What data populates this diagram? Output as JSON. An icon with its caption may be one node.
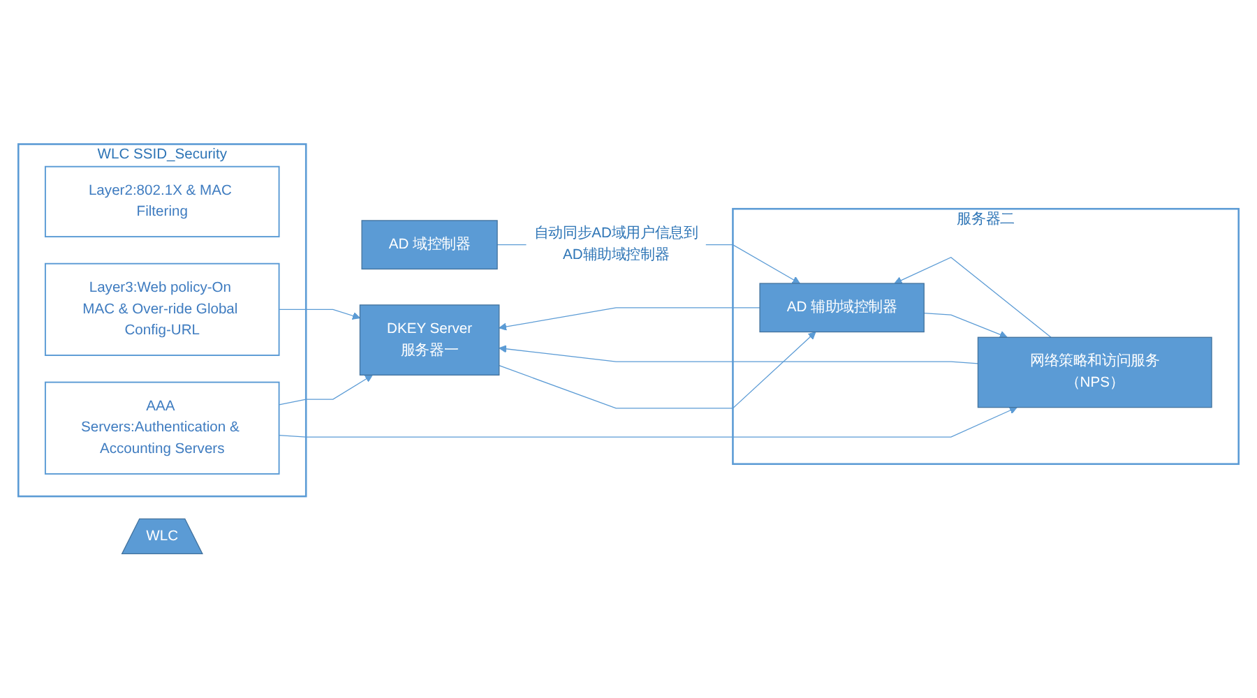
{
  "diagram": {
    "nodes": [
      {
        "text": [
          "WLC SSID_Security"
        ]
      },
      {
        "text": [
          "Layer2:802.1X & MAC Filtering"
        ],
        "in": 0
      },
      {
        "text": [
          "Layer3:Web policy-On MAC & Over-ride Global Config-URL"
        ],
        "in": 0
      },
      {
        "text": [
          "AAA Servers:Authentication & Accounting Servers"
        ],
        "in": 0
      },
      {
        "text": [
          "WLC"
        ]
      },
      {
        "text": [
          "服务器二"
        ]
      },
      {
        "text": [
          "网络策略和访问服务（NPS）"
        ],
        "in": 5
      },
      {
        "text": [
          "AD 辅助域控制器"
        ],
        "in": 5
      },
      {
        "text": [
          "AD 域控制器"
        ]
      },
      {
        "text": [
          "DKEY Server",
          "服务器一"
        ]
      }
    ],
    "edges": [
      {
        "from": 3,
        "to": 6,
        "arrow": "to"
      },
      {
        "from": 2,
        "to": 9,
        "arrow": "to"
      },
      {
        "from": 3,
        "to": 9,
        "arrow": "to"
      },
      {
        "from": 7,
        "to": 6,
        "arrow": "to"
      },
      {
        "from": 6,
        "to": 7,
        "arrow": "to"
      },
      {
        "from": 9,
        "to": 7,
        "arrow": "to"
      },
      {
        "from": 7,
        "to": 9,
        "arrow": "to"
      },
      {
        "from": 8,
        "to": 7,
        "arrow": "to",
        "label": "自动同步AD域用户信息到AD辅助域控制器"
      },
      {
        "from": 6,
        "to": 9,
        "arrow": "to"
      }
    ]
  }
}
